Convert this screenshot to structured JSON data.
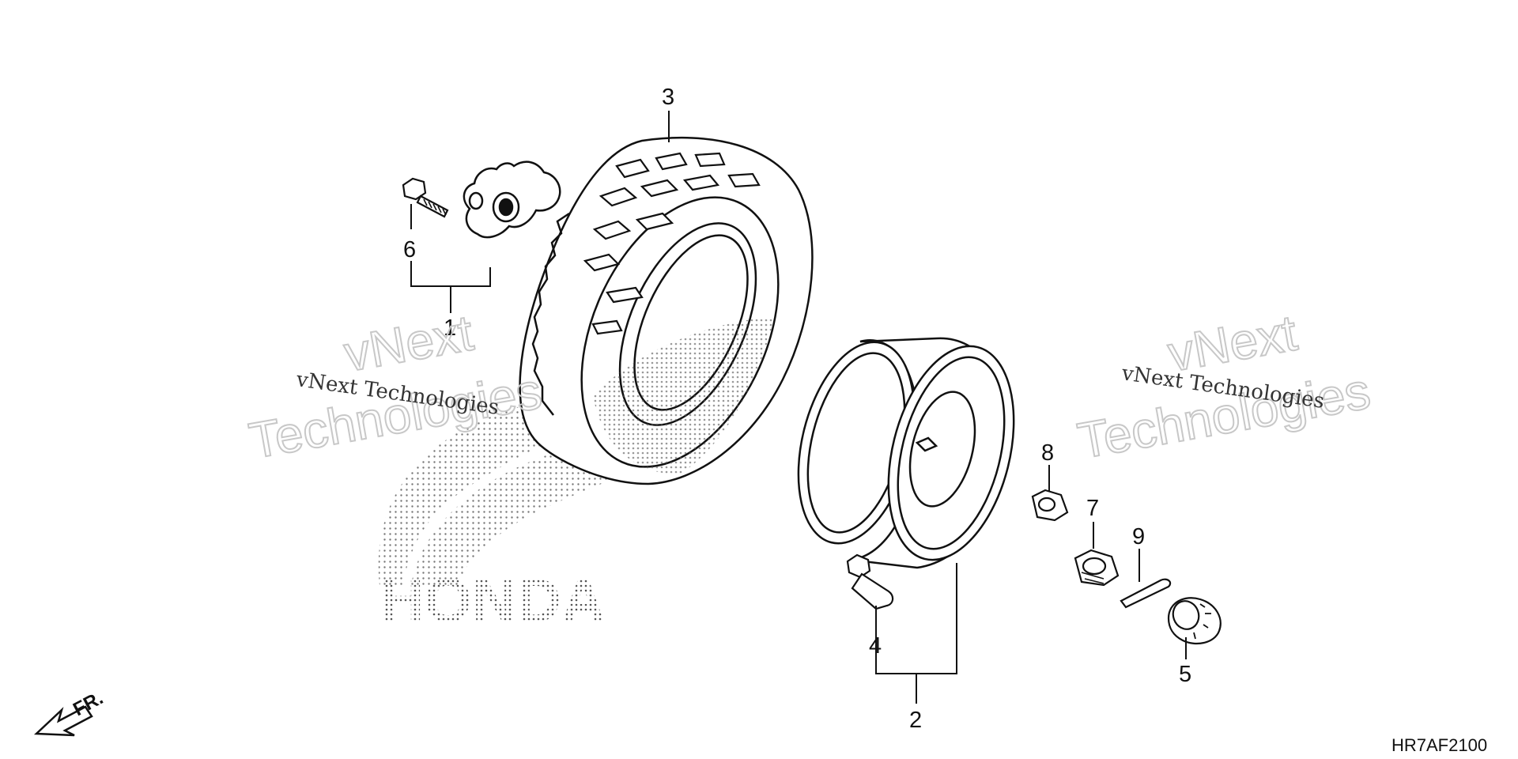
{
  "callouts": {
    "c1": "1",
    "c2": "2",
    "c3": "3",
    "c4": "4",
    "c5": "5",
    "c6": "6",
    "c7": "7",
    "c8": "8",
    "c9": "9"
  },
  "watermark": {
    "line_small": "vNext Technologies",
    "line_top": "vNext",
    "line_bottom": "Technologies"
  },
  "brand_text": "HONDA",
  "direction_label": "FR.",
  "diagram_code": "HR7AF2100",
  "colors": {
    "line": "#111111",
    "watermark_outline": "#c8c8c8",
    "dot_pattern": "#555555",
    "background": "#ffffff"
  },
  "icons": {
    "direction": "front-arrow-icon"
  }
}
